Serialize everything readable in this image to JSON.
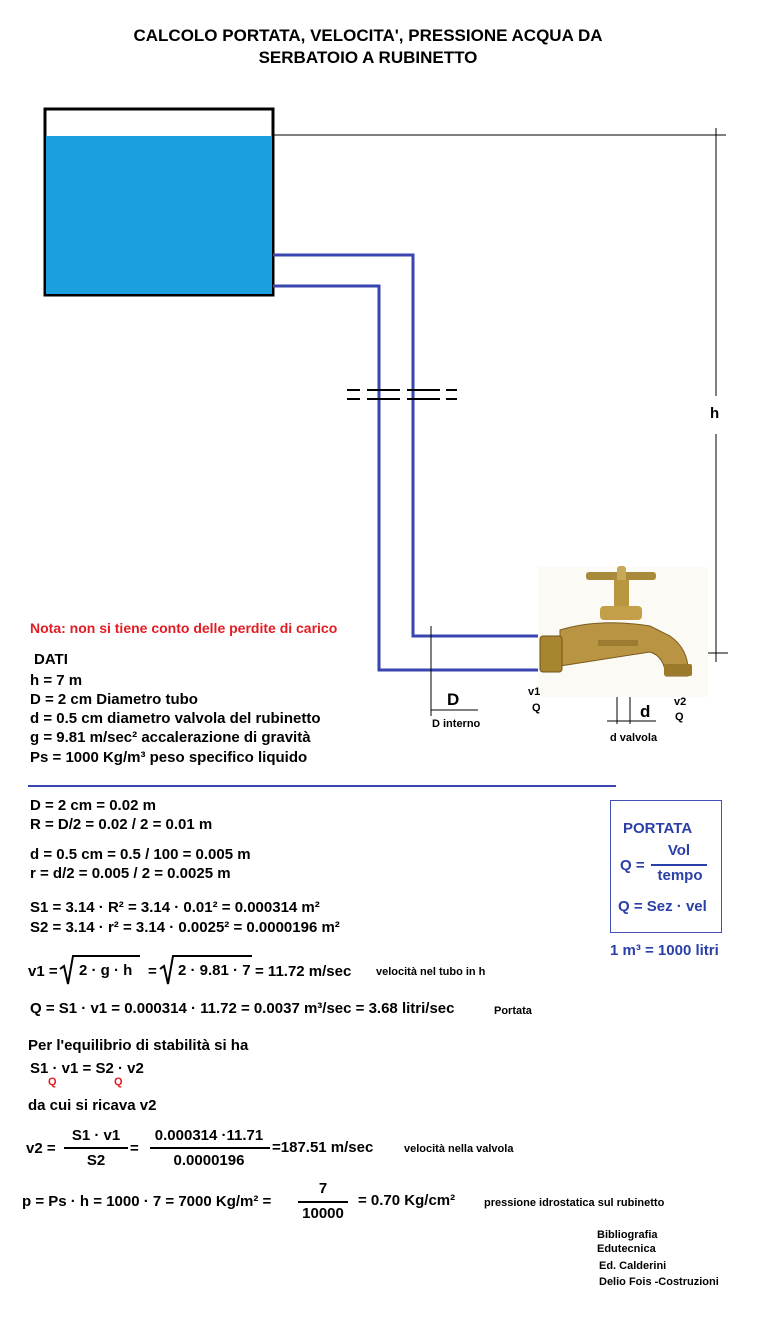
{
  "title": {
    "line1": "CALCOLO PORTATA, VELOCITA', PRESSIONE ACQUA DA",
    "line2": "SERBATOIO A RUBINETTO"
  },
  "colors": {
    "water": "#1aa0dc",
    "pipe": "#3a46b0",
    "note": "#e31b23",
    "formula_blue": "#2b3fa8"
  },
  "diagram": {
    "h_label": "h",
    "D_label": "D",
    "D_caption": "D interno",
    "d_label": "d",
    "d_caption": "d valvola",
    "v1": "v1",
    "q1": "Q",
    "v2": "v2",
    "q2": "Q",
    "faucet_icon": "brass-faucet-icon"
  },
  "note": "Nota: non si tiene conto delle perdite di carico",
  "dati": {
    "heading": "DATI",
    "lines": [
      "h = 7 m",
      "D = 2 cm  Diametro tubo",
      "d = 0.5 cm  diametro valvola del rubinetto",
      "g = 9.81 m/sec²  accalerazione di gravità",
      "Ps = 1000  Kg/m³ peso specifico liquido"
    ]
  },
  "calc": {
    "D_conv": "D = 2 cm = 0.02 m",
    "R_calc": "R = D/2 = 0.02 / 2 = 0.01 m",
    "d_conv": "d = 0.5 cm = 0.5 / 100 = 0.005 m",
    "r_calc": "r = d/2 = 0.005 / 2 = 0.0025 m",
    "S1": "S1 = 3.14 · R² = 3.14 · 0.01² = 0.000314 m²",
    "S2": "S2 = 3.14 · r² = 3.14 · 0.0025² = 0.0000196 m²",
    "v1_left": "v1 =",
    "v1_root1": "2 · g · h",
    "v1_eq": "=",
    "v1_root2": "2 · 9.81 · 7",
    "v1_result": "= 11.72  m/sec",
    "v1_note": "velocità nel tubo in h",
    "Q": "Q = S1 · v1 = 0.000314 · 11.72 = 0.0037 m³/sec = 3.68 litri/sec",
    "Q_note": "Portata",
    "equilibrio": "Per l'equilibrio di stabilità si ha",
    "eq_line": "S1 · v1 = S2 · v2",
    "eq_q1": "Q",
    "eq_q2": "Q",
    "ricava": "da cui si ricava v2",
    "v2_left": "v2 =",
    "v2_num1": "S1 · v1",
    "v2_den1": "S2",
    "v2_eq": "=",
    "v2_num2": "0.000314 ·11.71",
    "v2_den2": "0.0000196",
    "v2_result": "=187.51 m/sec",
    "v2_note": "velocità nella valvola",
    "p_left": "p  = Ps · h = 1000 · 7 = 7000 Kg/m²  =",
    "p_num": "7",
    "p_den": "10000",
    "p_result": "= 0.70 Kg/cm²",
    "p_note": "pressione idrostatica sul rubinetto"
  },
  "portata_box": {
    "title": "PORTATA",
    "q_eq": "Q =",
    "num": "Vol",
    "den": "tempo",
    "formula": "Q = Sez · vel",
    "conversion": "1 m³ = 1000 litri"
  },
  "bibliografia": [
    "Bibliografia",
    "Edutecnica",
    "Ed. Calderini",
    "Delio Fois  -Costruzioni"
  ]
}
